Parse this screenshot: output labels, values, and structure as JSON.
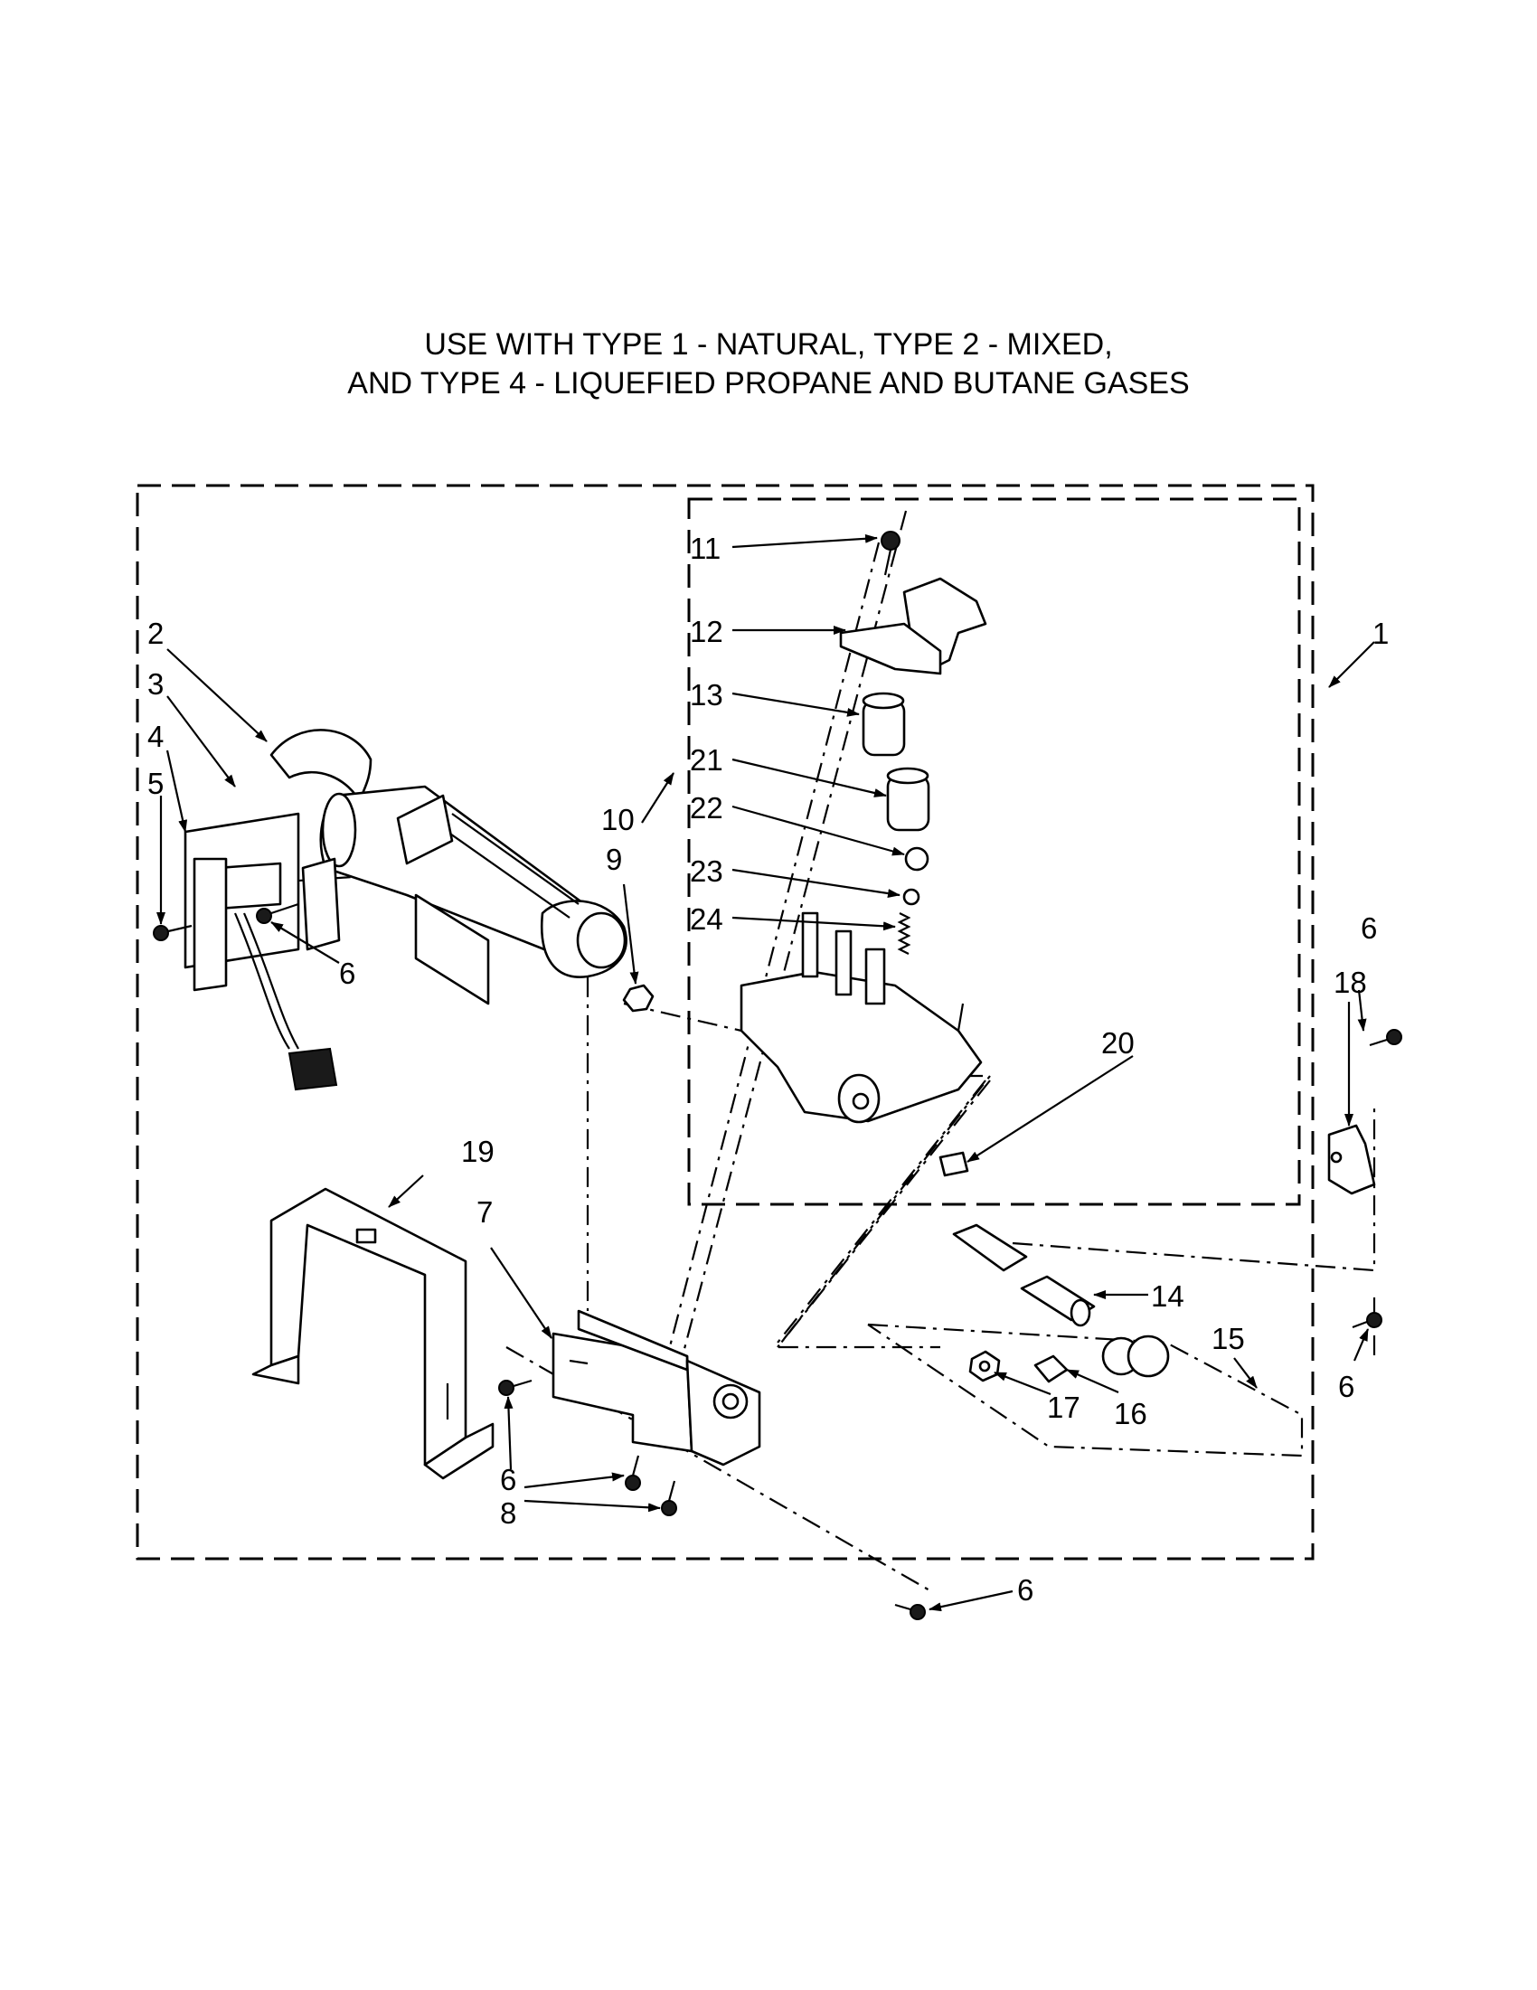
{
  "title": {
    "line1": "USE WITH TYPE 1 - NATURAL, TYPE 2 - MIXED,",
    "line2": "AND TYPE 4 - LIQUEFIED PROPANE AND BUTANE GASES"
  },
  "callouts": {
    "c1": "1",
    "c2": "2",
    "c3": "3",
    "c4": "4",
    "c5": "5",
    "c6a": "6",
    "c6b": "6",
    "c6c": "6",
    "c6d": "6",
    "c6e": "6",
    "c7": "7",
    "c8": "8",
    "c9": "9",
    "c10": "10",
    "c11": "11",
    "c12": "12",
    "c13": "13",
    "c14": "14",
    "c15": "15",
    "c16": "16",
    "c17": "17",
    "c18": "18",
    "c19": "19",
    "c20": "20",
    "c21": "21",
    "c22": "22",
    "c23": "23",
    "c24": "24"
  }
}
